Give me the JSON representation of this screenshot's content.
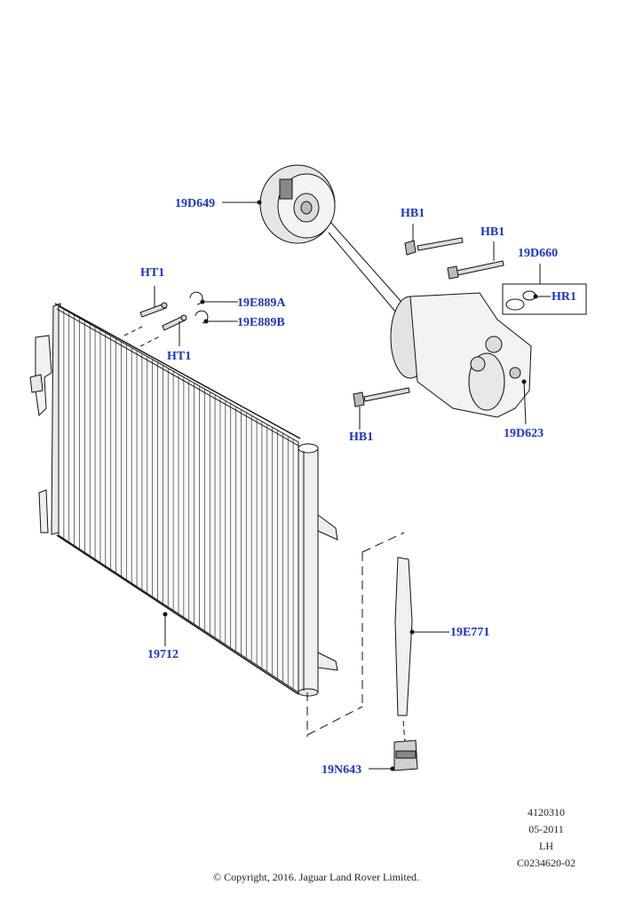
{
  "callouts": {
    "c19D649": "19D649",
    "hb1_top": "HB1",
    "hb1_mid": "HB1",
    "c19D660": "19D660",
    "hr1": "HR1",
    "ht1_top": "HT1",
    "c19E889A": "19E889A",
    "c19E889B": "19E889B",
    "ht1_bottom": "HT1",
    "hb1_bottom": "HB1",
    "c19D623": "19D623",
    "c19E771": "19E771",
    "c19712": "19712",
    "c19N643": "19N643"
  },
  "reference": {
    "number": "4120310",
    "date": "05-2011",
    "side": "LH",
    "code": "C0234620-02"
  },
  "copyright": "© Copyright, 2016. Jaguar Land Rover Limited.",
  "colors": {
    "callout": "#1a34c8",
    "line": "#111111"
  }
}
